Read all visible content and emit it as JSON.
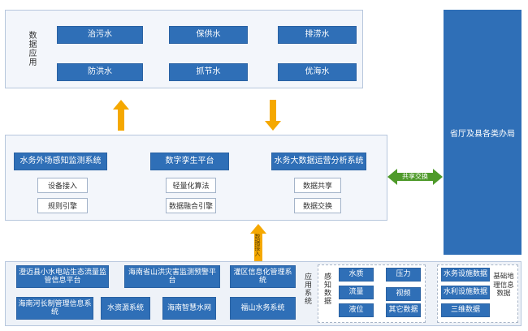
{
  "top": {
    "label": "数据应用",
    "apps": [
      "治污水",
      "保供水",
      "排涝水",
      "防洪水",
      "抓节水",
      "优海水"
    ]
  },
  "middle": {
    "systems": [
      {
        "title": "水务外场感知监测系统",
        "items": [
          "设备接入",
          "规则引擎"
        ]
      },
      {
        "title": "数字孪生平台",
        "items": [
          "轻量化算法",
          "数据融合引擎"
        ]
      },
      {
        "title": "水务大数据运营分析系统",
        "items": [
          "数据共享",
          "数据交换"
        ]
      }
    ]
  },
  "share_label": "共享交换",
  "access_label": "数据接入",
  "right_panel": {
    "label": "省厅及县各类办局"
  },
  "bottom": {
    "apps": [
      "澄迈县小水电站生态流量监管信息平台",
      "海南省山洪灾害监测预警平台",
      "灌区信息化管理系统",
      "海南河长制管理信息系统",
      "水资源系统",
      "海南智慧水网",
      "福山水务系统"
    ],
    "apps_label": "应用系统",
    "sense_label": "感知数据",
    "sense_items": [
      "水质",
      "压力",
      "流量",
      "视频",
      "液位",
      "其它数据"
    ],
    "base_items": [
      "水务设施数据",
      "水利设施数据",
      "三维数据"
    ],
    "base_label": "基础地理信息数据"
  },
  "colors": {
    "accent_blue": "#2f6fb7",
    "arrow_orange": "#f5a800",
    "arrow_green": "#4e9a2a",
    "panel_border": "#b7c7dd"
  }
}
